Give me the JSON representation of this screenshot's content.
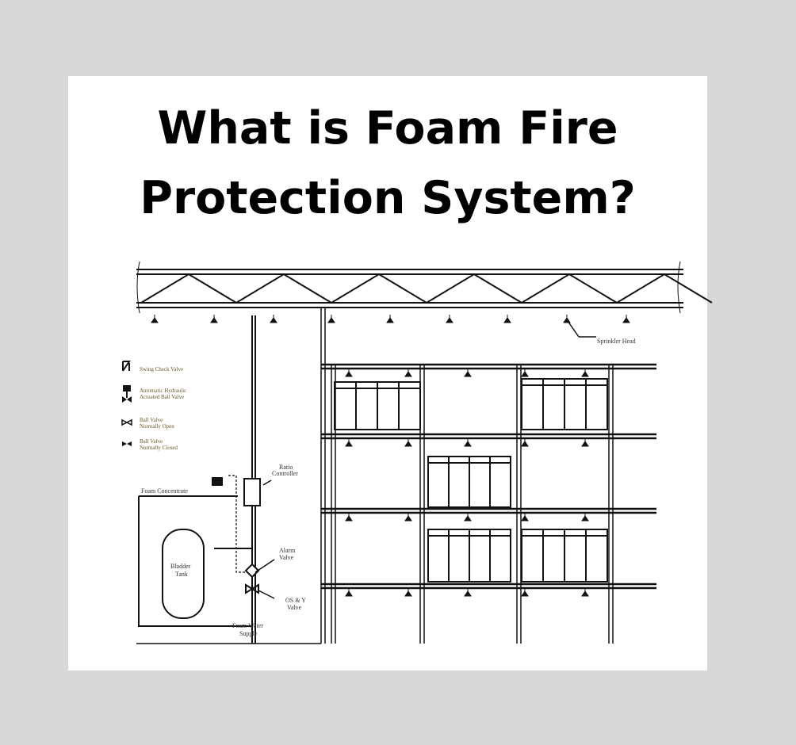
{
  "title_line1": "What is Foam Fire",
  "title_line2": "Protection System?",
  "diagram": {
    "legend": [
      {
        "icon": "swing-check-valve-icon",
        "label": "Swing Check Valve"
      },
      {
        "icon": "hydraulic-ball-valve-icon",
        "label_line1": "Automatic Hydraulic",
        "label_line2": "Actuated Ball Valve"
      },
      {
        "icon": "ball-valve-open-icon",
        "label_line1": "Ball Valve",
        "label_line2": "Normally Open"
      },
      {
        "icon": "ball-valve-closed-icon",
        "label_line1": "Ball Valve",
        "label_line2": "Normally Closed"
      }
    ],
    "labels": {
      "sprinkler_head": "Sprinkler Head",
      "ratio_controller_1": "Ratio",
      "ratio_controller_2": "Controller",
      "foam_concentrate": "Foam Concentrate",
      "bladder_tank_1": "Bladder",
      "bladder_tank_2": "Tank",
      "alarm_valve_1": "Alarm",
      "alarm_valve_2": "Valve",
      "osy_valve_1": "OS & Y",
      "osy_valve_2": "Valve",
      "foam_water_supply_1": "Foam Water",
      "foam_water_supply_2": "Supply"
    }
  }
}
